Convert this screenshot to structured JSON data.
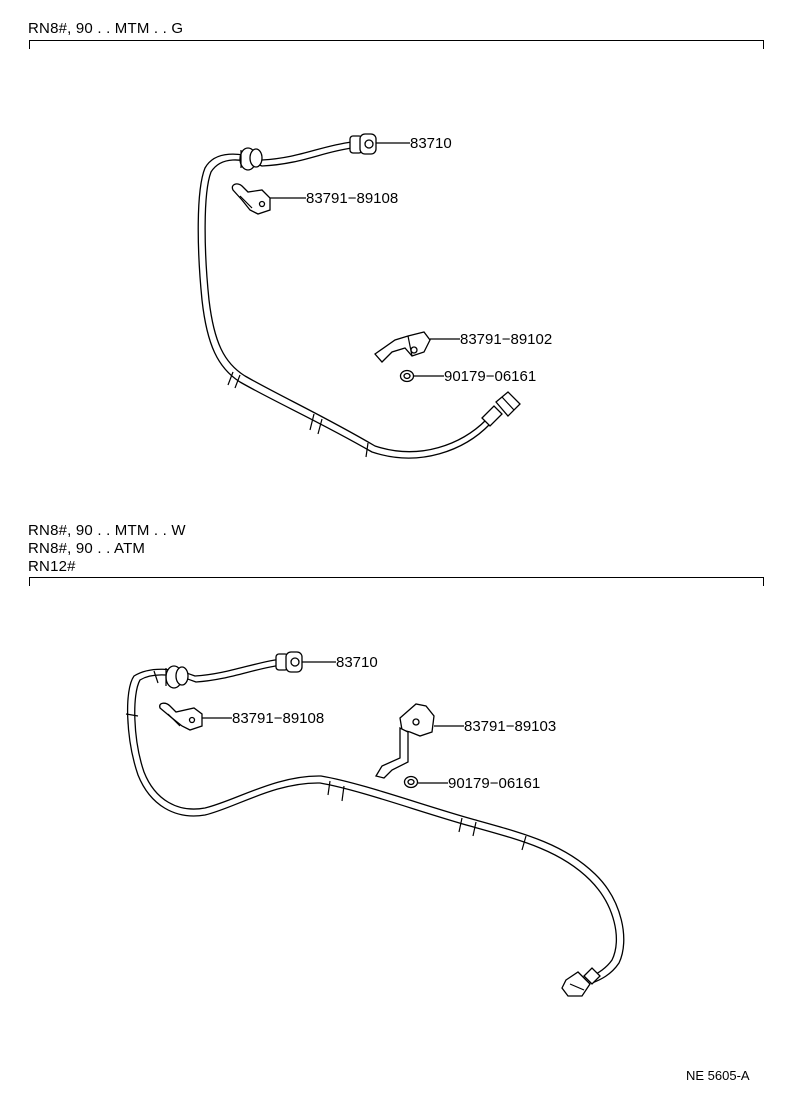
{
  "section1": {
    "header_lines": [
      "RN8#, 90 . . MTM . . G"
    ],
    "labels": {
      "speed_sensor_cable": "83710",
      "clamp_a": "83791−89108",
      "clamp_b": "83791−89102",
      "grommet": "90179−06161"
    }
  },
  "section2": {
    "header_lines": [
      "RN8#, 90 . . MTM . . W",
      "RN8#, 90 . . ATM",
      "RN12#"
    ],
    "labels": {
      "speed_sensor_cable": "83710",
      "clamp_a": "83791−89108",
      "clamp_b": "83791−89103",
      "grommet": "90179−06161"
    }
  },
  "footer": "NE  5605-A"
}
